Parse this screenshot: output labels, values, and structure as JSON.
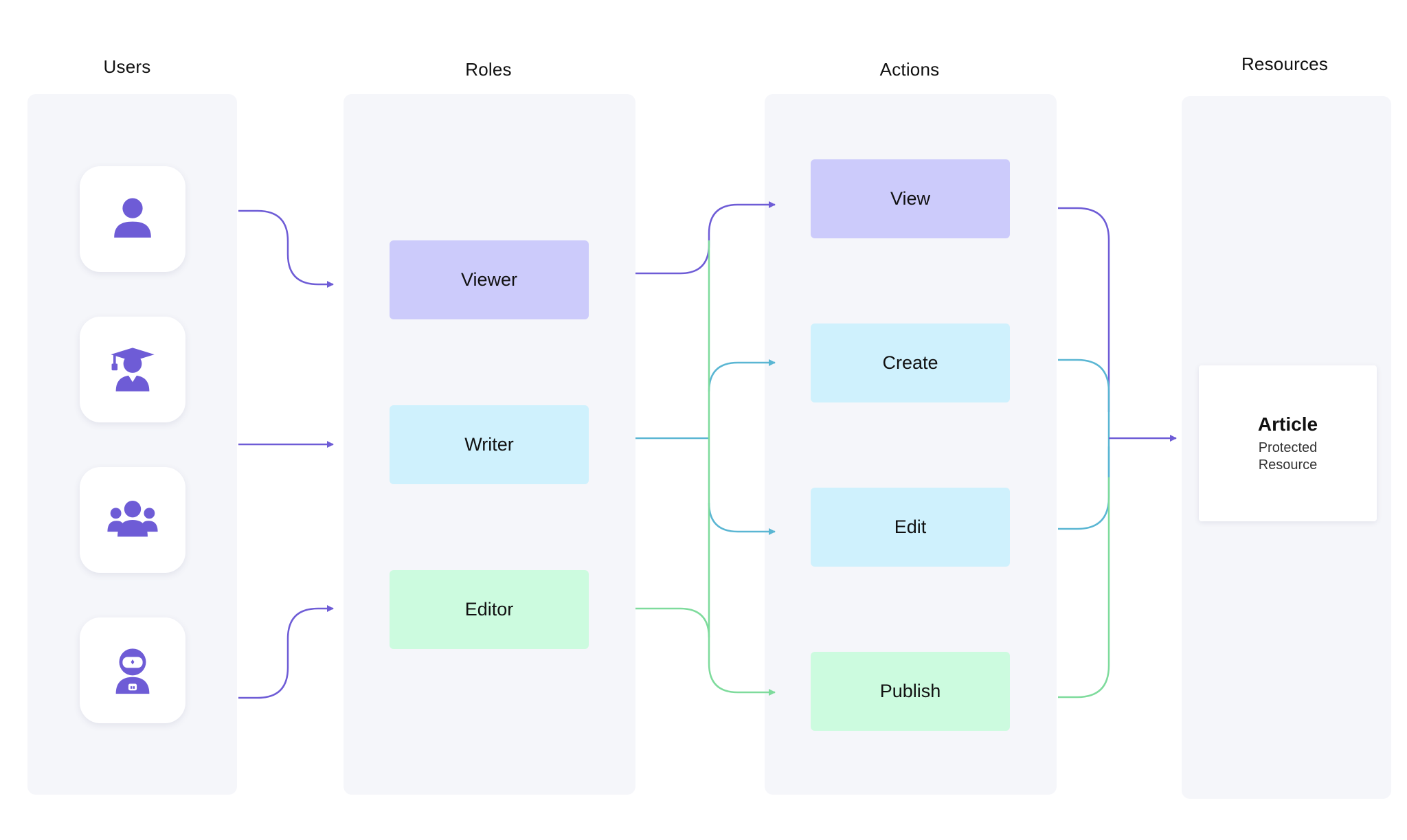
{
  "columns": {
    "users": "Users",
    "roles": "Roles",
    "actions": "Actions",
    "resources": "Resources"
  },
  "users": [
    {
      "icon": "user-icon"
    },
    {
      "icon": "graduate-icon"
    },
    {
      "icon": "group-icon"
    },
    {
      "icon": "astronaut-icon"
    }
  ],
  "roles": {
    "viewer": "Viewer",
    "writer": "Writer",
    "editor": "Editor"
  },
  "actions": {
    "view": "View",
    "create": "Create",
    "edit": "Edit",
    "publish": "Publish"
  },
  "resource": {
    "title": "Article",
    "subtitle": "Protected Resource"
  },
  "colors": {
    "purple": "#6e5cd6",
    "blue": "#5ab6d3",
    "green": "#7edb9c",
    "purple_fill": "#cccbfb",
    "blue_fill": "#cff1fd",
    "green_fill": "#ccfbdf",
    "lane": "#f5f6fa"
  }
}
